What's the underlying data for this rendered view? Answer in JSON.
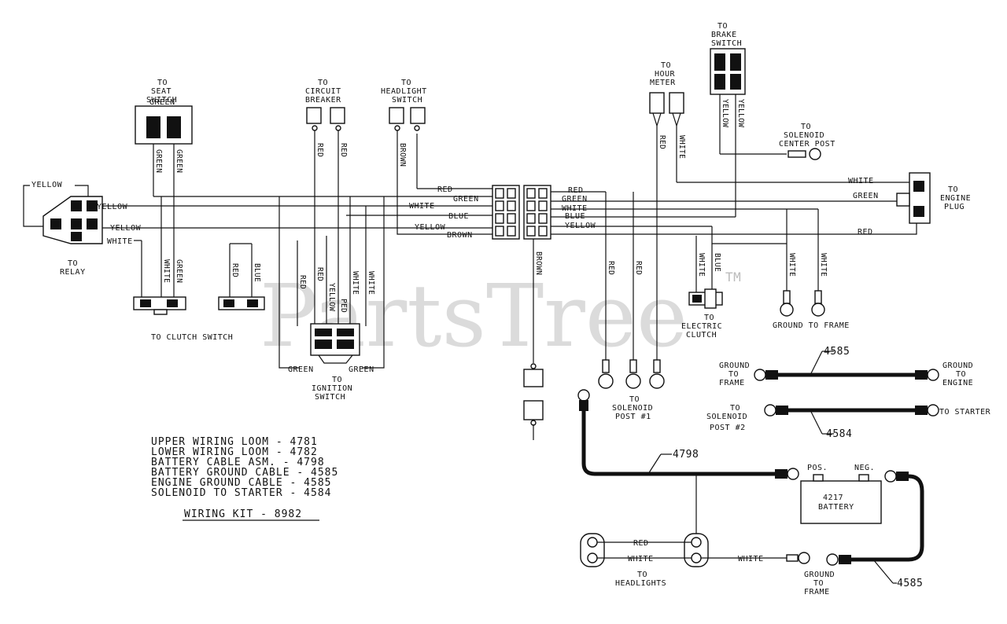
{
  "watermark": {
    "brand": "PartsTree",
    "tm": "TM",
    "color": "#cfcfcf"
  },
  "labels": {
    "seat_switch": [
      "TO",
      "SEAT",
      "SWITCH"
    ],
    "circuit_breaker": [
      "TO",
      "CIRCUIT",
      "BREAKER"
    ],
    "headlight_switch": [
      "TO",
      "HEADLIGHT",
      "SWITCH"
    ],
    "hour_meter": [
      "TO",
      "HOUR",
      "METER"
    ],
    "brake_switch": [
      "TO",
      "BRAKE",
      "SWITCH"
    ],
    "solenoid_center": [
      "TO",
      "SOLENOID",
      "CENTER POST"
    ],
    "engine_plug": [
      "TO",
      "ENGINE",
      "PLUG"
    ],
    "relay": [
      "TO",
      "RELAY"
    ],
    "clutch_switch": "TO CLUTCH SWITCH",
    "ignition_switch": [
      "TO",
      "IGNITION",
      "SWITCH"
    ],
    "electric_clutch": [
      "TO",
      "ELECTRIC",
      "CLUTCH"
    ],
    "ground_to_frame_1": "GROUND TO FRAME",
    "solenoid_post1": [
      "TO",
      "SOLENOID",
      "POST #1"
    ],
    "ground_frame_left": [
      "GROUND",
      "TO",
      "FRAME"
    ],
    "ground_engine_right": [
      "GROUND",
      "TO",
      "ENGINE"
    ],
    "solenoid_post2": [
      "TO",
      "SOLENOID",
      "POST #2"
    ],
    "to_starter": "TO STARTER",
    "headlights": [
      "TO",
      "HEADLIGHTS"
    ],
    "ground_frame_batt": [
      "GROUND",
      "TO",
      "FRAME"
    ],
    "battery_pos": "POS.",
    "battery_neg": "NEG.",
    "battery_num": "4217",
    "battery_name": "BATTERY"
  },
  "wires": {
    "green": "GREEN",
    "yellow": "YELLOW",
    "white": "WHITE",
    "red": "RED",
    "blue": "BLUE",
    "brown": "BROWN",
    "ped": "PED"
  },
  "part_numbers": {
    "p4585a": "4585",
    "p4584": "4584",
    "p4798": "4798",
    "p4585b": "4585"
  },
  "legend": [
    "UPPER WIRING LOOM - 4781",
    "LOWER WIRING LOOM - 4782",
    "BATTERY CABLE ASM. - 4798",
    "BATTERY GROUND CABLE - 4585",
    "ENGINE GROUND CABLE - 4585",
    "SOLENOID TO STARTER - 4584"
  ],
  "kit": "WIRING KIT - 8982"
}
